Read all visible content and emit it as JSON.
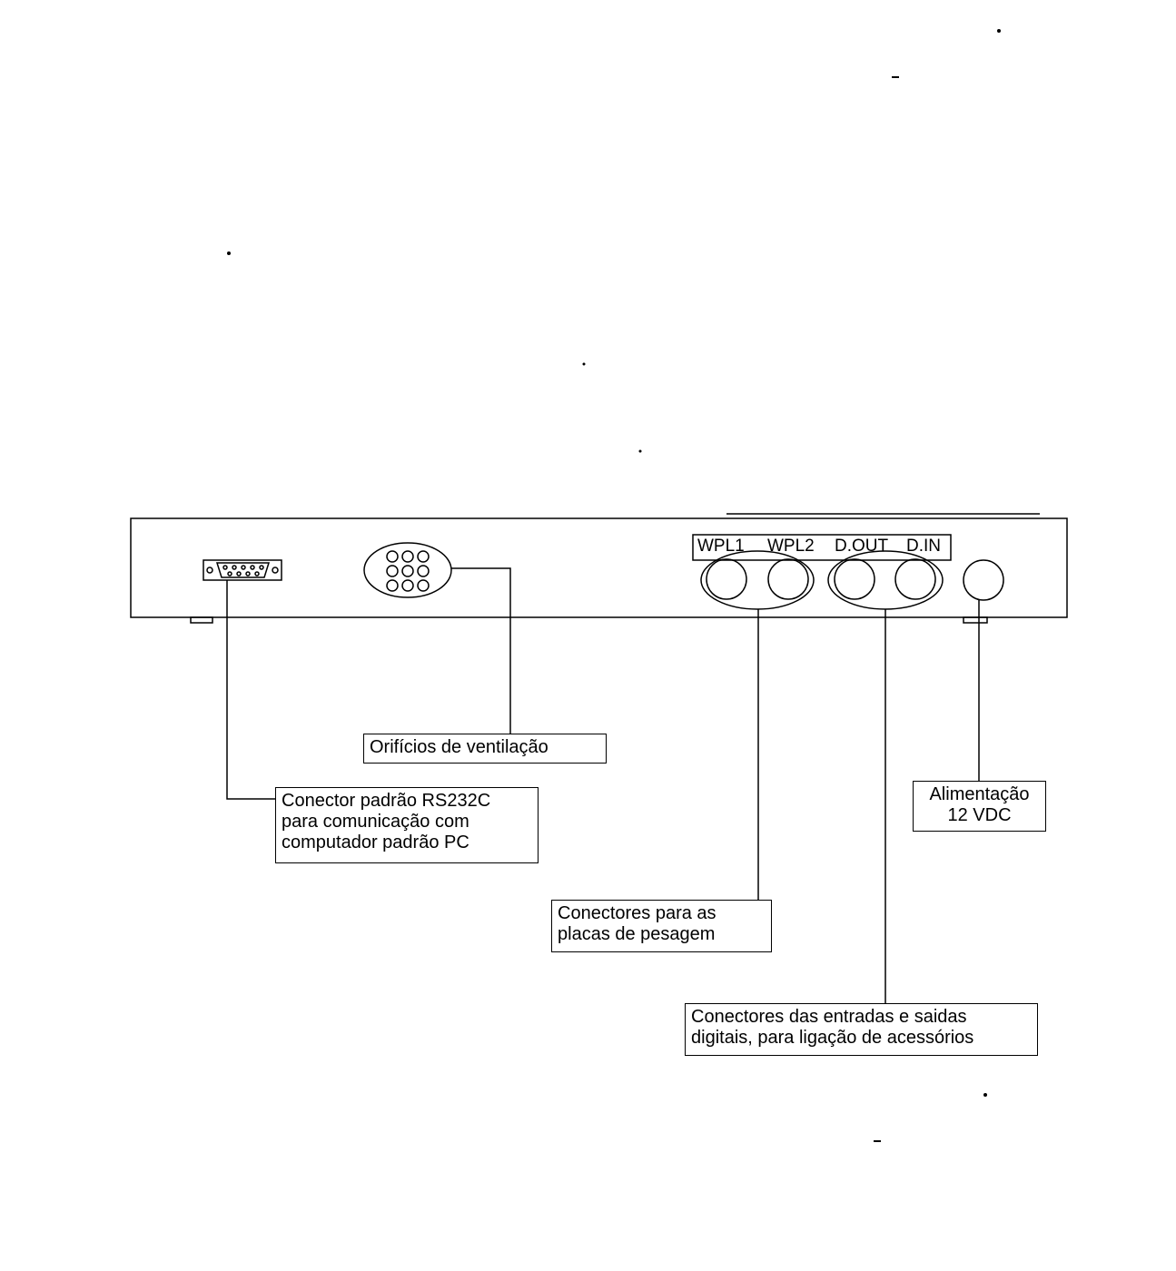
{
  "ports": {
    "wpl1": "WPL1",
    "wpl2": "WPL2",
    "dout": "D.OUT",
    "din": "D.IN"
  },
  "callouts": {
    "ventilation": "Orifícios de ventilação",
    "rs232": {
      "line1": "Conector padrão RS232C",
      "line2": "para comunicação com",
      "line3": "computador padrão PC"
    },
    "power": {
      "line1": "Alimentação",
      "line2": "12 VDC"
    },
    "weighing": {
      "line1": "Conectores para as",
      "line2": "placas de pesagem"
    },
    "digital_io": {
      "line1": "Conectores das entradas e saidas",
      "line2": "digitais, para ligação de acessórios"
    }
  },
  "colors": {
    "stroke": "#000000",
    "background": "#ffffff"
  }
}
